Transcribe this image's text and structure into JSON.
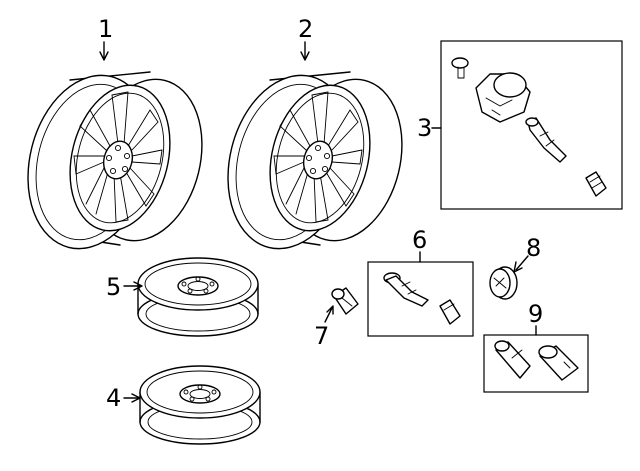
{
  "callouts": {
    "alloy_wheel_a": "1",
    "alloy_wheel_b": "2",
    "tpms_sensor": "3",
    "steel_wheel_lower": "4",
    "steel_wheel_upper": "5",
    "valve_stem_kit": "6",
    "lug_nut": "7",
    "center_cap": "8",
    "lock_kit": "9"
  }
}
